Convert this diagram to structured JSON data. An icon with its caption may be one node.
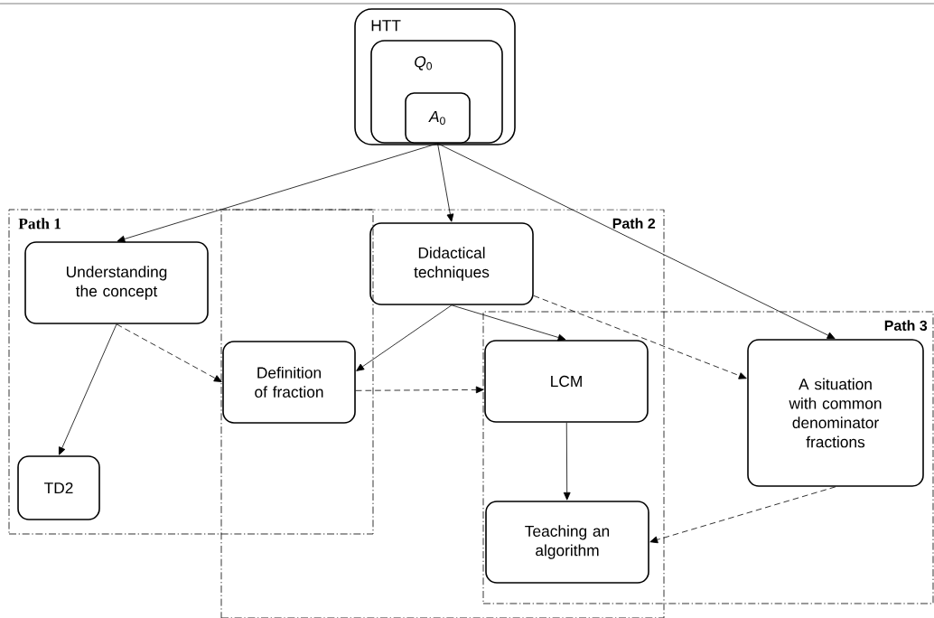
{
  "diagram": {
    "nodes": [
      {
        "text": [
          "HTT"
        ]
      },
      {
        "text": [
          "*Q*$_{0}$"
        ],
        "in": 0
      },
      {
        "text": [
          "*A*$_{0}$"
        ],
        "in": 1
      },
      {
        "text": [
          "Path 1"
        ]
      },
      {
        "text": [
          "Path 2"
        ]
      },
      {
        "text": [
          "Path 3"
        ]
      },
      {
        "text": [
          "Understanding the concept"
        ],
        "in": 3
      },
      {
        "text": [
          "Didactical techniques"
        ],
        "in": 4
      },
      {
        "text": [
          "Definition of fraction"
        ]
      },
      {
        "text": [
          "LCM"
        ]
      },
      {
        "text": [
          "A situation with common denominator fractions"
        ],
        "in": 5
      },
      {
        "text": [
          "TD2"
        ],
        "in": 3
      },
      {
        "text": [
          "Teaching an algorithm"
        ]
      }
    ],
    "edges": [
      {
        "from": 2,
        "to": 6,
        "arrow": "to"
      },
      {
        "from": 2,
        "to": 7,
        "arrow": "to"
      },
      {
        "from": 2,
        "to": 10,
        "arrow": "to"
      },
      {
        "from": 6,
        "to": 11,
        "arrow": "to"
      },
      {
        "from": 6,
        "to": 8,
        "arrow": "to",
        "style": "dashed"
      },
      {
        "from": 7,
        "to": 8,
        "arrow": "to"
      },
      {
        "from": 7,
        "to": 9,
        "arrow": "to"
      },
      {
        "from": 7,
        "to": 10,
        "arrow": "to",
        "style": "dashed"
      },
      {
        "from": 8,
        "to": 9,
        "arrow": "to",
        "style": "dashed"
      },
      {
        "from": 9,
        "to": 12,
        "arrow": "to"
      },
      {
        "from": 10,
        "to": 12,
        "arrow": "to",
        "style": "dashed"
      }
    ]
  }
}
